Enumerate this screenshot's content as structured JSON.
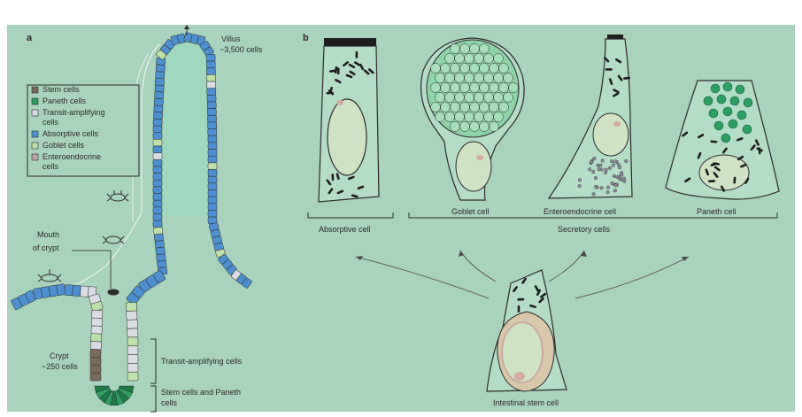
{
  "panel_a": {
    "letter": "a",
    "villus_label": "Villus",
    "villus_count": "~3,500 cells",
    "crypt_label": "Crypt",
    "crypt_count": "~250 cells",
    "mouth_label_1": "Mouth",
    "mouth_label_2": "of crypt",
    "transit_zone_label": "Transit-amplifying cells",
    "stem_zone_label_1": "Stem cells and Paneth",
    "stem_zone_label_2": "cells",
    "legend": [
      {
        "lines": [
          "Stem cells"
        ],
        "color": "#7a6a5e"
      },
      {
        "lines": [
          "Paneth cells"
        ],
        "color": "#2e9e62"
      },
      {
        "lines": [
          "Transit-amplifying",
          "cells"
        ],
        "color": "#d9dce3"
      },
      {
        "lines": [
          "Absorptive cells"
        ],
        "color": "#4f8fcf"
      },
      {
        "lines": [
          "Goblet cells"
        ],
        "color": "#bfe0a8"
      },
      {
        "lines": [
          "Enteroendocrine",
          "cells"
        ],
        "color": "#b7a6a6"
      }
    ]
  },
  "panel_b": {
    "letter": "b",
    "absorptive_label": "Absorptive cell",
    "goblet_label": "Goblet cell",
    "entero_label": "Enteroendocrine cell",
    "paneth_label": "Paneth cell",
    "secretory_label": "Secretory cells",
    "stem_label": "Intestinal stem cell"
  },
  "colors": {
    "background": "#a8d3bd",
    "absorptive": "#4f8fcf",
    "goblet": "#bfe0a8",
    "paneth": "#2e9e62",
    "stem": "#7a6a5e",
    "transit": "#d9dce3",
    "nucleus": "#cfe2c4",
    "outline": "#2b2b2b"
  }
}
